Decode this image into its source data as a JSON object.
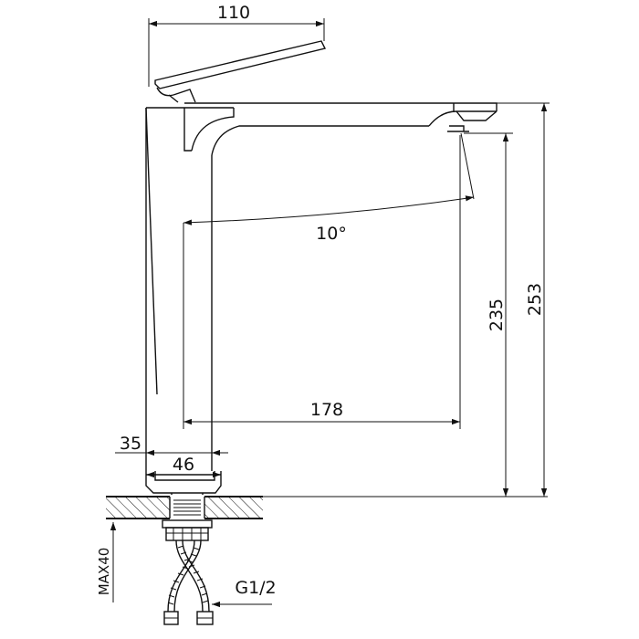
{
  "dimensions": {
    "handle_length": "110",
    "height_to_outlet": "235",
    "total_height": "253",
    "swivel_angle": "10°",
    "spout_reach": "178",
    "body_width": "35",
    "base_diameter": "46",
    "max_deck_thickness": "MAX40",
    "connection_thread": "G1/2"
  },
  "colors": {
    "line": "#111111",
    "background": "#ffffff"
  }
}
